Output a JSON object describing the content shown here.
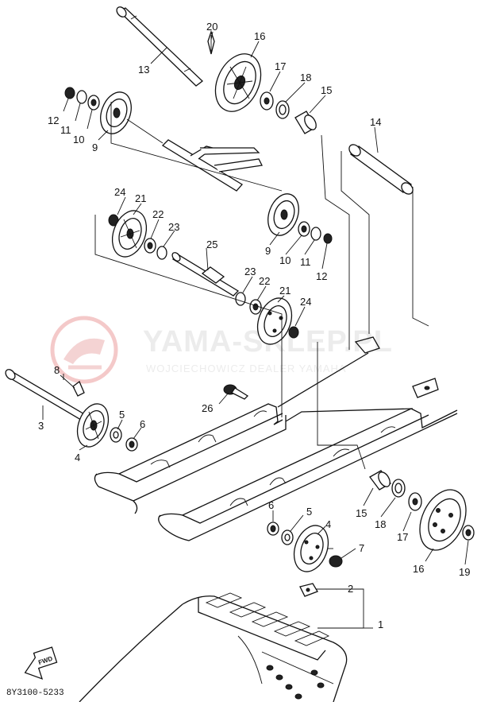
{
  "watermark": {
    "title": "YAMA-SKLEP.PL",
    "subtitle": "WOJCIECHOWICZ DEALER YAMAHA"
  },
  "diagram_code": "8Y3100-5233",
  "direction_label": "FWD",
  "callouts": [
    {
      "id": "c1",
      "label": "1"
    },
    {
      "id": "c2",
      "label": "2"
    },
    {
      "id": "c3",
      "label": "3"
    },
    {
      "id": "c4a",
      "label": "4"
    },
    {
      "id": "c4b",
      "label": "4"
    },
    {
      "id": "c5a",
      "label": "5"
    },
    {
      "id": "c5b",
      "label": "5"
    },
    {
      "id": "c6a",
      "label": "6"
    },
    {
      "id": "c6b",
      "label": "6"
    },
    {
      "id": "c7",
      "label": "7"
    },
    {
      "id": "c8",
      "label": "8"
    },
    {
      "id": "c9a",
      "label": "9"
    },
    {
      "id": "c9b",
      "label": "9"
    },
    {
      "id": "c10a",
      "label": "10"
    },
    {
      "id": "c10b",
      "label": "10"
    },
    {
      "id": "c11a",
      "label": "11"
    },
    {
      "id": "c11b",
      "label": "11"
    },
    {
      "id": "c12a",
      "label": "12"
    },
    {
      "id": "c12b",
      "label": "12"
    },
    {
      "id": "c13",
      "label": "13"
    },
    {
      "id": "c14",
      "label": "14"
    },
    {
      "id": "c15a",
      "label": "15"
    },
    {
      "id": "c15b",
      "label": "15"
    },
    {
      "id": "c16a",
      "label": "16"
    },
    {
      "id": "c16b",
      "label": "16"
    },
    {
      "id": "c17a",
      "label": "17"
    },
    {
      "id": "c17b",
      "label": "17"
    },
    {
      "id": "c18a",
      "label": "18"
    },
    {
      "id": "c18b",
      "label": "18"
    },
    {
      "id": "c19",
      "label": "19"
    },
    {
      "id": "c20",
      "label": "20"
    },
    {
      "id": "c21a",
      "label": "21"
    },
    {
      "id": "c21b",
      "label": "21"
    },
    {
      "id": "c22a",
      "label": "22"
    },
    {
      "id": "c22b",
      "label": "22"
    },
    {
      "id": "c23a",
      "label": "23"
    },
    {
      "id": "c23b",
      "label": "23"
    },
    {
      "id": "c24a",
      "label": "24"
    },
    {
      "id": "c24b",
      "label": "24"
    },
    {
      "id": "c25",
      "label": "25"
    },
    {
      "id": "c26",
      "label": "26"
    }
  ]
}
